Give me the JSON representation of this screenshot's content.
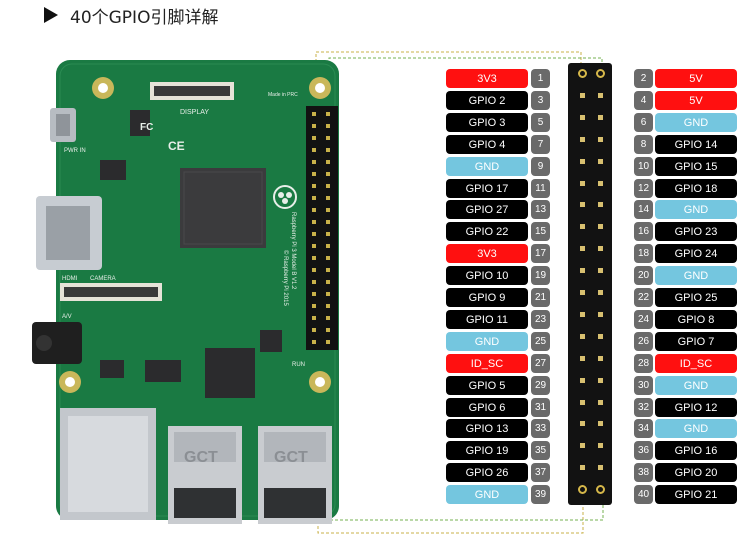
{
  "title": "40个GPIO引脚详解",
  "colors": {
    "power": "#ff1010",
    "gpio": "#000000",
    "ground": "#74c6df",
    "id_sc": "#ff1010",
    "pin_number_bg": "#6a6a6a",
    "board": "#1a7a43"
  },
  "left_pins": [
    {
      "label": "3V3",
      "num": "1",
      "kind": "power"
    },
    {
      "label": "GPIO  2",
      "num": "3",
      "kind": "gpio"
    },
    {
      "label": "GPIO  3",
      "num": "5",
      "kind": "gpio"
    },
    {
      "label": "GPIO  4",
      "num": "7",
      "kind": "gpio"
    },
    {
      "label": "GND",
      "num": "9",
      "kind": "ground"
    },
    {
      "label": "GPIO  17",
      "num": "11",
      "kind": "gpio"
    },
    {
      "label": "GPIO  27",
      "num": "13",
      "kind": "gpio"
    },
    {
      "label": "GPIO  22",
      "num": "15",
      "kind": "gpio"
    },
    {
      "label": "3V3",
      "num": "17",
      "kind": "power"
    },
    {
      "label": "GPIO  10",
      "num": "19",
      "kind": "gpio"
    },
    {
      "label": "GPIO  9",
      "num": "21",
      "kind": "gpio"
    },
    {
      "label": "GPIO  11",
      "num": "23",
      "kind": "gpio"
    },
    {
      "label": "GND",
      "num": "25",
      "kind": "ground"
    },
    {
      "label": "ID_SC",
      "num": "27",
      "kind": "id_sc"
    },
    {
      "label": "GPIO  5",
      "num": "29",
      "kind": "gpio"
    },
    {
      "label": "GPIO  6",
      "num": "31",
      "kind": "gpio"
    },
    {
      "label": "GPIO  13",
      "num": "33",
      "kind": "gpio"
    },
    {
      "label": "GPIO  19",
      "num": "35",
      "kind": "gpio"
    },
    {
      "label": "GPIO  26",
      "num": "37",
      "kind": "gpio"
    },
    {
      "label": "GND",
      "num": "39",
      "kind": "ground"
    }
  ],
  "right_pins": [
    {
      "label": "5V",
      "num": "2",
      "kind": "power"
    },
    {
      "label": "5V",
      "num": "4",
      "kind": "power"
    },
    {
      "label": "GND",
      "num": "6",
      "kind": "ground"
    },
    {
      "label": "GPIO  14",
      "num": "8",
      "kind": "gpio"
    },
    {
      "label": "GPIO  15",
      "num": "10",
      "kind": "gpio"
    },
    {
      "label": "GPIO  18",
      "num": "12",
      "kind": "gpio"
    },
    {
      "label": "GND",
      "num": "14",
      "kind": "ground"
    },
    {
      "label": "GPIO  23",
      "num": "16",
      "kind": "gpio"
    },
    {
      "label": "GPIO  24",
      "num": "18",
      "kind": "gpio"
    },
    {
      "label": "GND",
      "num": "20",
      "kind": "ground"
    },
    {
      "label": "GPIO  25",
      "num": "22",
      "kind": "gpio"
    },
    {
      "label": "GPIO  8",
      "num": "24",
      "kind": "gpio"
    },
    {
      "label": "GPIO  7",
      "num": "26",
      "kind": "gpio"
    },
    {
      "label": "ID_SC",
      "num": "28",
      "kind": "id_sc"
    },
    {
      "label": "GND",
      "num": "30",
      "kind": "ground"
    },
    {
      "label": "GPIO  12",
      "num": "32",
      "kind": "gpio"
    },
    {
      "label": "GND",
      "num": "34",
      "kind": "ground"
    },
    {
      "label": "GPIO  16",
      "num": "36",
      "kind": "gpio"
    },
    {
      "label": "GPIO  20",
      "num": "38",
      "kind": "gpio"
    },
    {
      "label": "GPIO  21",
      "num": "40",
      "kind": "gpio"
    }
  ],
  "board": {
    "silk_pwr": "PWR IN",
    "silk_display": "DISPLAY",
    "silk_hdmi": "HDMI",
    "silk_camera": "CAMERA",
    "silk_av": "A/V",
    "silk_model": "Raspberry Pi 3 Model B V1.2",
    "silk_copyright": "© Raspberry Pi 2015",
    "silk_run": "RUN",
    "silk_ce": "CE",
    "silk_fc": "FC",
    "silk_mode": "Made in PRC",
    "jack1": "GCT",
    "jack2": "GCT"
  }
}
